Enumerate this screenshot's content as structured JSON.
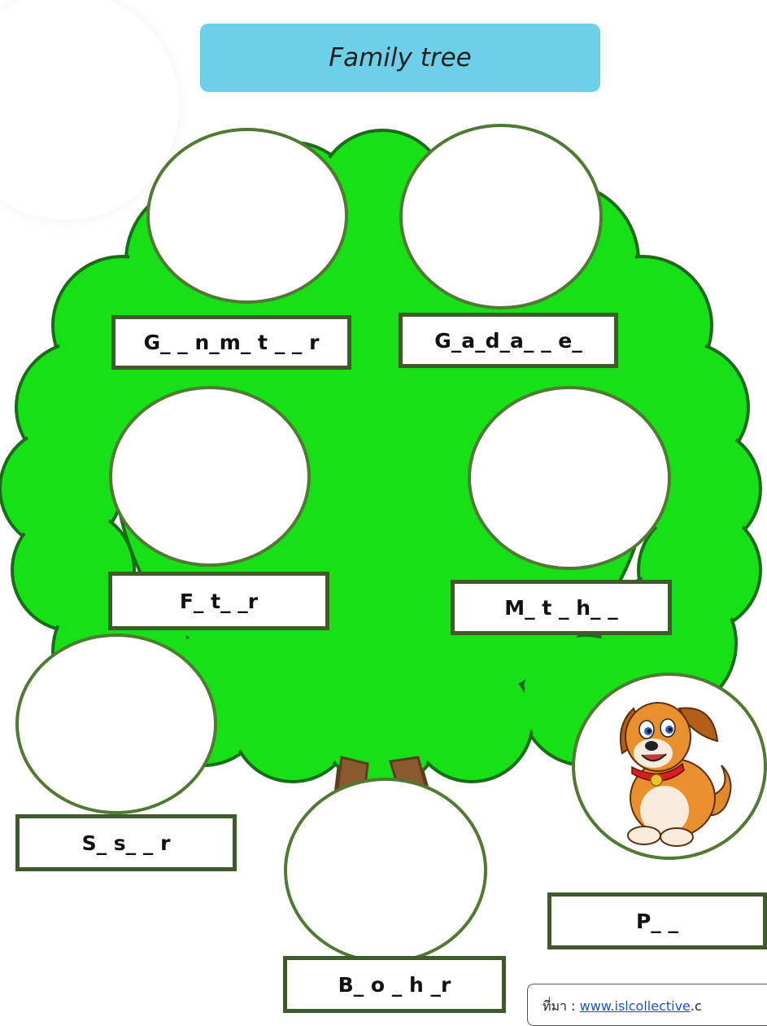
{
  "title": "Family tree",
  "colors": {
    "title_bg": "#6dcfe9",
    "tree_green": "#17e017",
    "tree_outline": "#1b6b1b",
    "trunk": "#8a5a2f",
    "circle_border": "#507a33",
    "label_border": "#3f5a2b"
  },
  "members": [
    {
      "id": "grandmother",
      "label": "G_ _ n_m_ t _ _ r"
    },
    {
      "id": "grandfather",
      "label": "G_a_d_a_ _ e_"
    },
    {
      "id": "father",
      "label": "F_ t_ _r"
    },
    {
      "id": "mother",
      "label": "M_ t _ h_ _"
    },
    {
      "id": "sister",
      "label": "S_ s_ _ r"
    },
    {
      "id": "brother",
      "label": "B_ o _ h _r"
    },
    {
      "id": "pet",
      "label": "P_ _",
      "icon": "dog-icon"
    }
  ],
  "source": {
    "prefix": "ที่มา : ",
    "link_text": "www.islcollective",
    "suffix": ".c"
  }
}
